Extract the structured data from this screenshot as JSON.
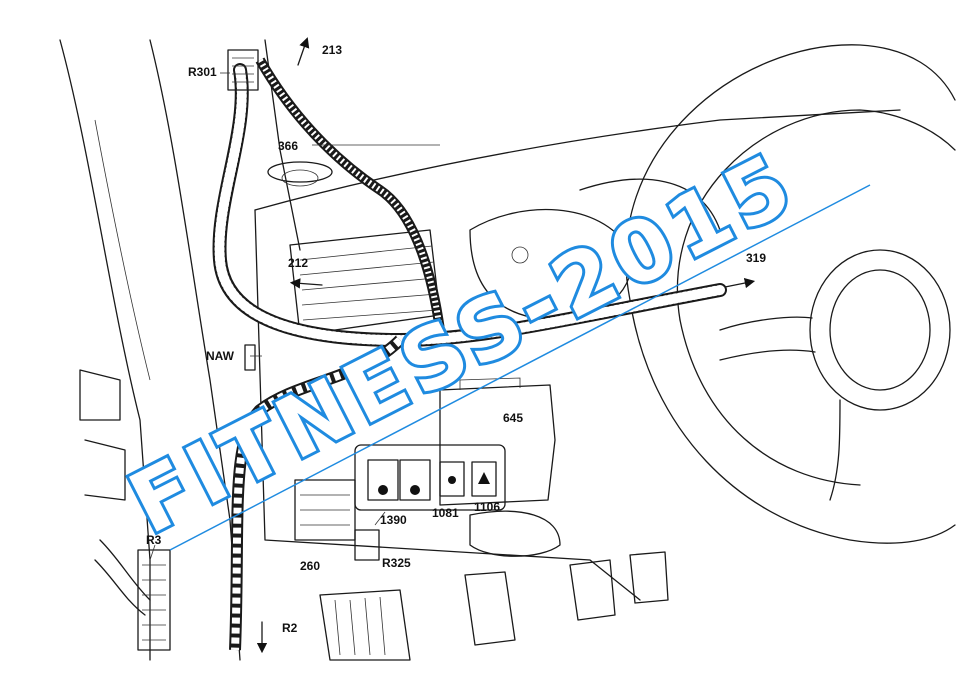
{
  "labels": {
    "r301": "R301",
    "l213": "213",
    "l366": "366",
    "l212": "212",
    "l319": "319",
    "naw": "NAW",
    "l645": "645",
    "l1390": "1390",
    "l1081": "1081",
    "l1106": "1106",
    "r3": "R3",
    "l260": "260",
    "r325": "R325",
    "r2": "R2"
  },
  "watermark": {
    "text": "FITNESS-2015",
    "color": "#1f8be0"
  },
  "colors": {
    "line": "#1a1a1a",
    "background": "#ffffff"
  }
}
